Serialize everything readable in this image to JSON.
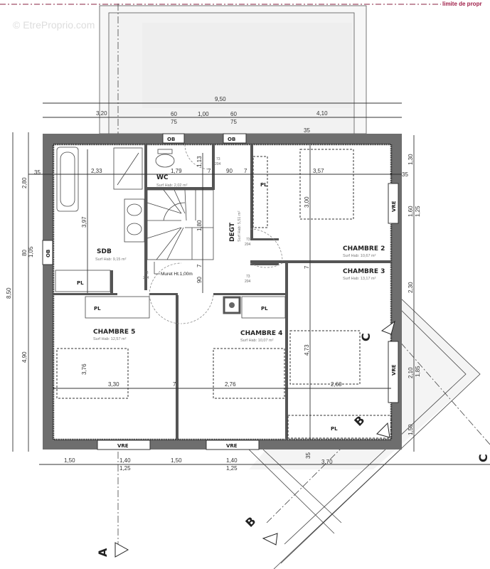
{
  "watermark": "© EtreProprio.com",
  "property_limit": "limite de propr",
  "rooms": [
    {
      "name": "WC",
      "surface": "Surf Hab: 2,02 m²"
    },
    {
      "name": "SDB",
      "surface": "Surf Hab: 9,15 m²"
    },
    {
      "name": "DEGT",
      "surface": "Surf Hab: 5,51 m²"
    },
    {
      "name": "CHAMBRE 2",
      "surface": "Surf Hab: 10,67 m²"
    },
    {
      "name": "CHAMBRE 3",
      "surface": "Surf Hab: 13,17 m²"
    },
    {
      "name": "CHAMBRE 5",
      "surface": "Surf Hab: 12,57 m²"
    },
    {
      "name": "CHAMBRE 4",
      "surface": "Surf Hab: 10,07 m²"
    }
  ],
  "windows": [
    "OB",
    "OB",
    "OB",
    "VRE",
    "VRE",
    "VRE",
    "VRE"
  ],
  "closet_label": "PL",
  "door_label": [
    "73",
    "204"
  ],
  "muret_label": "Muret Ht.1,00m",
  "section_marks": [
    "A",
    "B",
    "B",
    "C",
    "C"
  ],
  "dimensions": {
    "top": [
      "9,50",
      "3,20",
      "60",
      "75",
      "1,00",
      "60",
      "75",
      "4,10",
      "35"
    ],
    "left": [
      "8,50",
      "2,80",
      "80",
      "1,05",
      "4,90",
      "35"
    ],
    "right": [
      "1,30",
      "35",
      "1,60",
      "1,25",
      "2,30",
      "2,10",
      "1,85",
      "1,50"
    ],
    "bottom": [
      "1,50",
      "1,40",
      "1,25",
      "1,50",
      "1,40",
      "1,25",
      "3,70",
      "35"
    ],
    "interior": [
      "2,33",
      "1,79",
      "1,13",
      "7",
      "90",
      "7",
      "3,57",
      "3,00",
      "3,97",
      "1,80",
      "7",
      "90",
      "3,76",
      "3,30",
      "7",
      "2,76",
      "4,73",
      "2,60",
      "7"
    ]
  }
}
